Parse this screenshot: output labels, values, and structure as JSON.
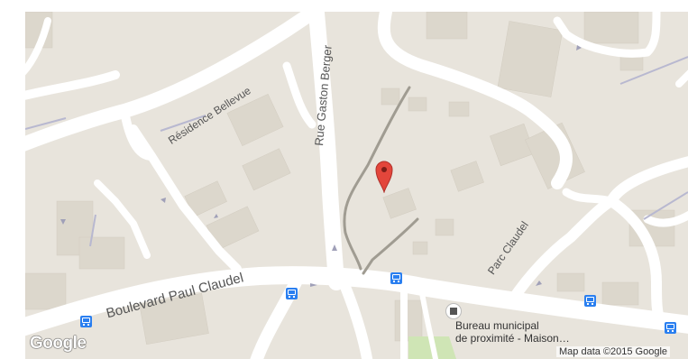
{
  "map": {
    "streets": {
      "boulevard": "Boulevard Paul Claudel",
      "gaston": "Rue Gaston Berger",
      "residence": "Résidence Bellevue",
      "parc": "Parc Claudel"
    },
    "poi": {
      "name_line1": "Bureau municipal",
      "name_line2": "de proximité -  Maison…",
      "icon": "town-hall-icon"
    },
    "marker_icon": "red-map-pin-icon",
    "bus_stop_icon": "bus-stop-icon",
    "logo_text": "Google",
    "attribution": "Map data ©2015 Google",
    "colors": {
      "land": "#e8e4dc",
      "road": "#ffffff",
      "building": "#dcd7cc",
      "path": "#a09c92",
      "marker": "#e3463b",
      "bus": "#2a7ff0"
    }
  }
}
